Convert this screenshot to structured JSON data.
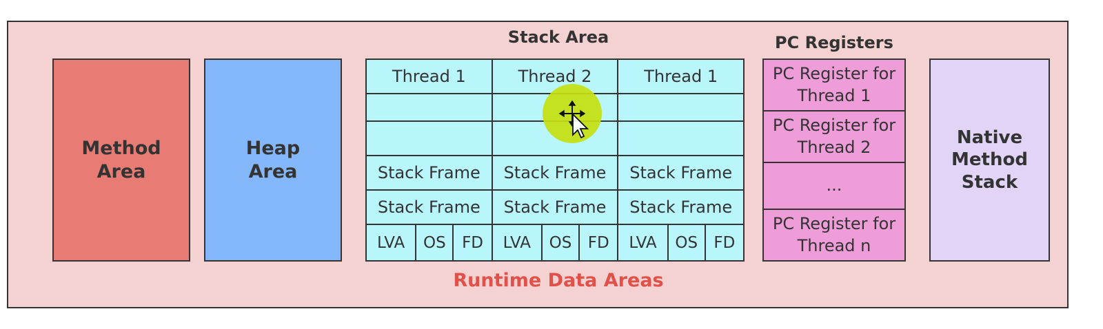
{
  "colors": {
    "outer_bg": "#f4d2d2",
    "method_area": "#e87c74",
    "heap_area": "#84b7f9",
    "stack_area": "#b8f6fb",
    "pc_registers": "#ef9dd8",
    "native_method_stack": "#e1d4f7",
    "footer_text": "#e0514a",
    "cursor_highlight": "#c6e010"
  },
  "method_area": {
    "label": "Method\nArea"
  },
  "heap_area": {
    "label": "Heap\nArea"
  },
  "stack_area": {
    "title": "Stack Area",
    "threads": [
      "Thread 1",
      "Thread 2",
      "Thread 1"
    ],
    "frame_rows": [
      [
        "Stack Frame",
        "Stack Frame",
        "Stack Frame"
      ],
      [
        "Stack Frame",
        "Stack Frame",
        "Stack Frame"
      ]
    ],
    "frame_parts": [
      "LVA",
      "OS",
      "FD"
    ]
  },
  "pc_registers": {
    "title": "PC Registers",
    "cells": [
      "PC Register for\nThread 1",
      "PC Register for\nThread 2",
      "...",
      "PC Register for\nThread n"
    ]
  },
  "native_method_stack": {
    "label": "Native\nMethod\nStack"
  },
  "footer": {
    "label": "Runtime Data Areas"
  },
  "icons": {
    "cursor": "move-cursor-icon"
  }
}
